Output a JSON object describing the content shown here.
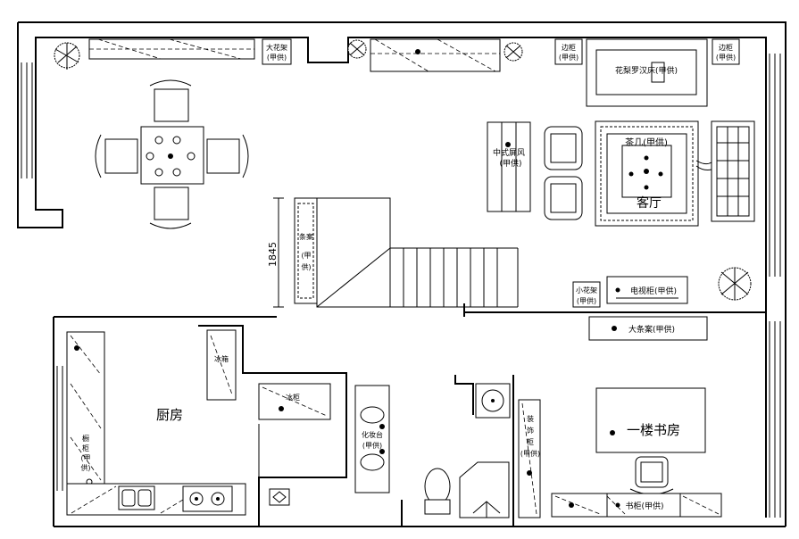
{
  "rooms": {
    "living_room": "客厅",
    "kitchen": "厨房",
    "study": "一楼书房"
  },
  "furniture": {
    "big_flower_shelf": "大花架",
    "big_flower_shelf_sub": "(甲供)",
    "corner_cabinet_left": "边柜",
    "corner_cabinet_left_sub": "(甲供)",
    "corner_cabinet_right": "边柜",
    "corner_cabinet_right_sub": "(甲供)",
    "arhat_bed": "花梨罗汉床(甲供)",
    "screen_line1": "中式屏风",
    "screen_line2": "(甲供)",
    "tea_table": "茶几(甲供)",
    "cabinet_line1": "条案",
    "cabinet_line2": "(甲",
    "cabinet_line3": "供)",
    "small_flower_shelf": "小花架",
    "small_flower_shelf_sub": "(甲供)",
    "tv_cabinet": "电视柜(甲供)",
    "big_long_table": "大条案(甲供)",
    "fridge": "冰箱",
    "freezer": "冰柜",
    "cupboard_line1": "橱",
    "cupboard_line2": "柜",
    "cupboard_line3": "(甲",
    "cupboard_line4": "供)",
    "vanity": "化妆台",
    "vanity_sub": "(甲供)",
    "deco_line1": "装",
    "deco_line2": "饰",
    "deco_line3": "柜",
    "deco_line4": "(甲供)",
    "bookcase": "书柜(甲供)"
  },
  "dimensions": {
    "stair_height": "1845"
  }
}
